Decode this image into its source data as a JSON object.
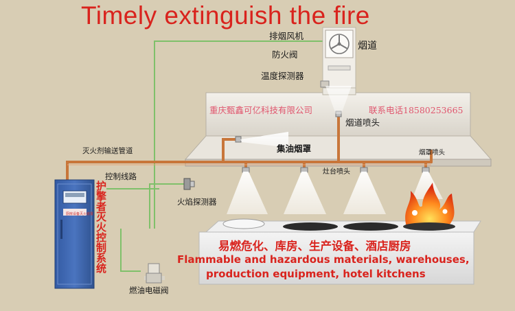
{
  "title": "Timely extinguish the fire",
  "company": "重庆甄鑫可亿科技有限公司",
  "contact": "联系电话18580253665",
  "labels": {
    "exhaust_fan": "排烟风机",
    "fire_damper": "防火阀",
    "temp_detector": "温度探测器",
    "flue": "烟道",
    "flue_nozzle": "烟道喷头",
    "agent_pipe": "灭火剂输送管道",
    "oil_hood": "集油烟罩",
    "hood_nozzle": "烟罩喷头",
    "stove_nozzle": "灶台喷头",
    "control_line": "控制线路",
    "flame_detector": "火焰探测器",
    "fuel_valve": "燃油电磁阀",
    "control_system": "护擎者灭火控制系统",
    "panel_label": "厨房设备灭火装置"
  },
  "applications": {
    "cn": "易燃危化、库房、生产设备、酒店厨房",
    "en_line1": "Flammable and hazardous materials, warehouses,",
    "en_line2": "production equipment, hotel kitchens"
  },
  "colors": {
    "title_red": "#d9231d",
    "pipe_copper": "#c8763a",
    "control_line_green": "#7fc06a",
    "cabinet_blue": "#3f67b0",
    "company_pink": "#e0566e"
  }
}
